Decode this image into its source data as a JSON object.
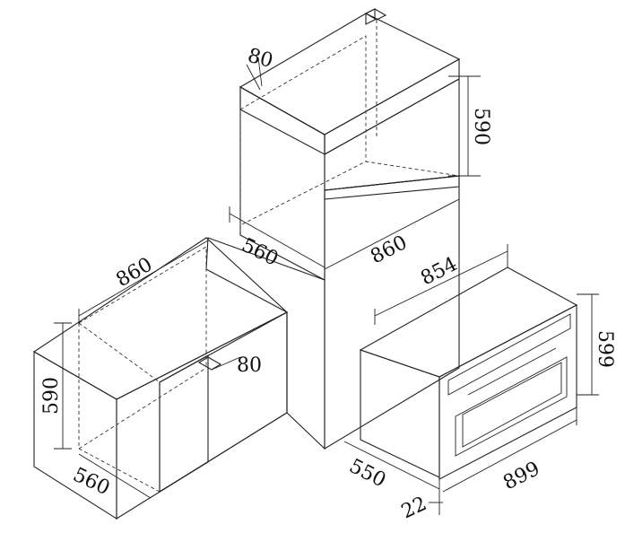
{
  "dimensions": {
    "upper_rail": "80",
    "upper_height": "590",
    "upper_depth": "560",
    "upper_width": "860",
    "lower_width": "860",
    "lower_rail": "80",
    "lower_height": "590",
    "lower_depth": "560",
    "oven_width_top": "854",
    "oven_height": "599",
    "oven_depth": "550",
    "oven_width_front": "899",
    "oven_front_thickness": "22"
  },
  "colors": {
    "line": "#222222",
    "top_face": "#7d7d7d",
    "front_face": "#ebebeb",
    "side_face": "#d9d9d9",
    "cavity_back": "#c2c2c2",
    "cavity_side": "#a8a8a8",
    "oven_top": "#7f7f7f"
  }
}
